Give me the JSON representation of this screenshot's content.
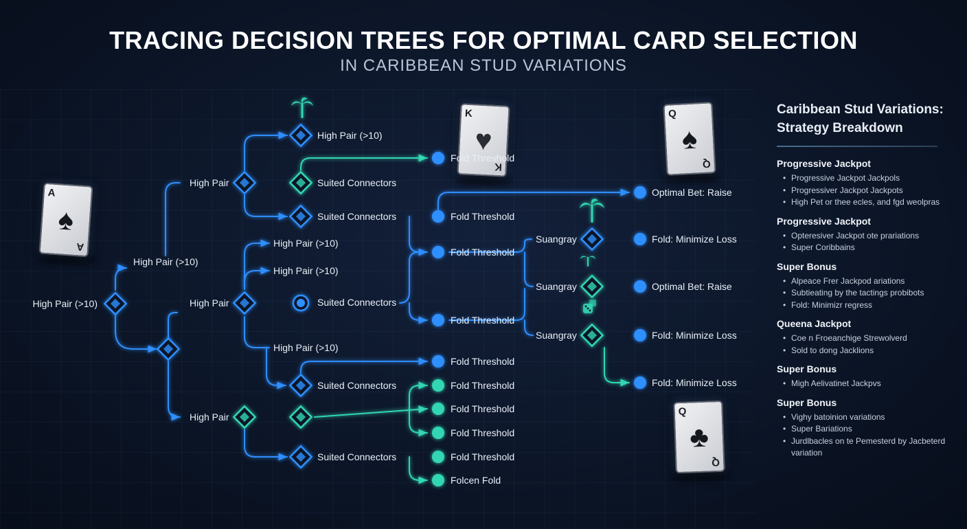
{
  "header": {
    "title": "TRACING DECISION TREES FOR OPTIMAL CARD SELECTION",
    "subtitle": "IN CARIBBEAN STUD VARIATIONS"
  },
  "colors": {
    "blue": "#2f8fff",
    "teal": "#33d6b3",
    "background": "#0c1628"
  },
  "cards": [
    {
      "rank": "A",
      "suit": "♠"
    },
    {
      "rank": "K",
      "suit": "♥"
    },
    {
      "rank": "Q",
      "suit": "♠"
    },
    {
      "rank": "Q",
      "suit": "♣"
    }
  ],
  "tree": {
    "labels": {
      "root": "High Pair (>10)",
      "upper_branch": "High Pair (>10)",
      "hp_top": "High Pair",
      "hp_mid": "High Pair",
      "hp_bottom": "High Pair",
      "d_top_high": "High Pair (>10)",
      "d_top_suited": "Suited Connectors",
      "d_top_suited2": "Suited Connectors",
      "d_mid_high1": "High Pair (>10)",
      "d_mid_high2": "High Pair (>10)",
      "d_mid_suited": "Suited Connectors",
      "d_mid_high3": "High Pair (>10)",
      "d_bot_suited": "Suited Connectors",
      "d_bot_suited2": "Suited Connectors",
      "c_fold1": "Fold Threshold",
      "c_fold2": "Fold Threshold",
      "c_fold3": "Fold Threshold",
      "c_fold4": "Fold Threshold",
      "c_fold5": "Fold Threshold",
      "c_fold6": "Fold Threshold",
      "c_fold7": "Fold Threshold",
      "c_fold8": "Fold Threshold",
      "c_fold9": "Fold Threshold",
      "c_fold10": "Folcen Fold",
      "s1": "Suangray",
      "s2": "Suangray",
      "s3": "Suangray",
      "o_raise1": "Optimal Bet: Raise",
      "o_minloss1": "Fold: Minimize Loss",
      "o_raise2": "Optimal Bet: Raise",
      "o_minloss2": "Fold: Minimize Loss",
      "o_minloss3": "Fold: Minimize Loss"
    }
  },
  "panel": {
    "title_line1": "Caribbean Stud Variations:",
    "title_line2": "Strategy Breakdown",
    "sections": [
      {
        "heading": "Progressive Jackpot",
        "items": [
          "Progressive Jackpot Jackpols",
          "Progressiver Jackpot Jackpots",
          "High Pet or thee ecles, and fgd weolpras"
        ]
      },
      {
        "heading": "Progressive Jackpot",
        "items": [
          "Opteresiver Jackpot ote prariations",
          "Super Coribbains"
        ]
      },
      {
        "heading": "Super Bonus",
        "items": [
          "Alpeace Frer Jackpod ariations",
          "Subtieating by the tactings probibots",
          "Fold: Minimizr regress"
        ]
      },
      {
        "heading": "Queena Jackpot",
        "items": [
          "Coe n Froeanchige Strewolverd",
          "Sold to dong Jacklions"
        ]
      },
      {
        "heading": "Super Bonus",
        "items": [
          "Migh Aelivatinet Jackpvs"
        ]
      },
      {
        "heading": "Super Bonus",
        "items": [
          "Vighy batoinion variations",
          "Super Bariations",
          "Jurdlbacles on te Pemesterd by Jacbeterd variation"
        ]
      }
    ]
  }
}
